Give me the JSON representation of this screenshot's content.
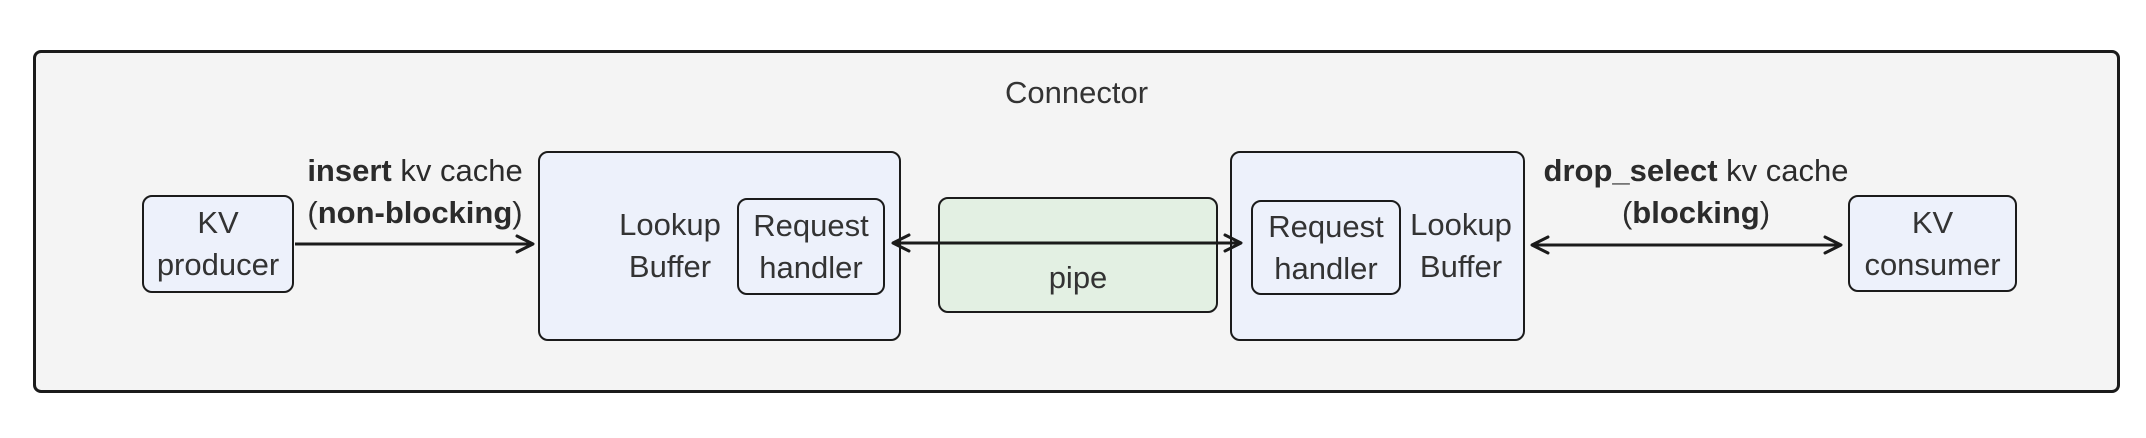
{
  "diagram": {
    "type": "flowchart",
    "title": "Connector"
  },
  "colors": {
    "background": "#ffffff",
    "frame_fill": "#f4f4f4",
    "node_fill": "#edf1fb",
    "pipe_fill": "#e3f0e3",
    "border": "#1b1b1b",
    "arrow": "#1b1b1b",
    "text": "#333333"
  },
  "nodes": {
    "kv_producer": {
      "line1": "KV",
      "line2": "producer"
    },
    "lookup_buffer_left": {
      "line1": "Lookup",
      "line2": "Buffer"
    },
    "request_handler_left": {
      "line1": "Request",
      "line2": "handler"
    },
    "pipe": {
      "label": "pipe"
    },
    "request_handler_right": {
      "line1": "Request",
      "line2": "handler"
    },
    "lookup_buffer_right": {
      "line1": "Lookup",
      "line2": "Buffer"
    },
    "kv_consumer": {
      "line1": "KV",
      "line2": "consumer"
    }
  },
  "edges": {
    "insert": {
      "action": "insert",
      "rest": " kv cache",
      "open_paren": "(",
      "qualifier": "non-blocking",
      "close_paren": ")",
      "direction": "right"
    },
    "pipe_link": {
      "direction": "bidirectional"
    },
    "drop_select": {
      "action": "drop_select",
      "rest": " kv cache",
      "open_paren": "(",
      "qualifier": "blocking",
      "close_paren": ")",
      "direction": "bidirectional"
    }
  }
}
